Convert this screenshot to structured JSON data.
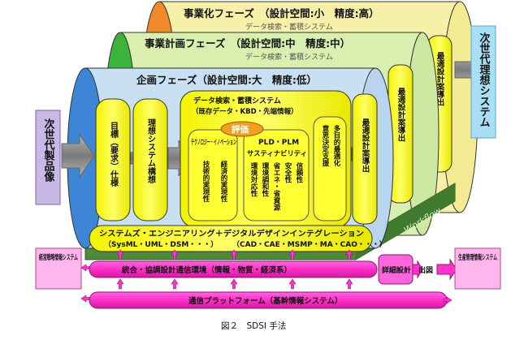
{
  "phases": {
    "commercialization": "事業化フェーズ　（設計空間:小　精度:高）",
    "business_plan": "事業計画フェーズ　（設計空間:中　精度:中）",
    "planning": "企画フェーズ（設計空間:大　精度:低）"
  },
  "faded_labels": {
    "search_back": "データ検索・蓄積システム",
    "search_mid": "データ検索・蓄積システム"
  },
  "planning_columns": {
    "goal_spec": "目標（要求）仕様",
    "ideal_system": "理想システム構想",
    "data_search_title": "データ検索・蓄積システム",
    "data_search_sub": "（既存データ・KBD・先端情報）",
    "evaluation": "評価",
    "techno_innovation": "テクノロジー・イノベーション",
    "tech_feasibility": "技術的実現性",
    "econ_feasibility": "経済的実現性",
    "pld_plm": "PLD・PLM",
    "sustainability": "サスティナビリティ",
    "env_adapt": "環境対応性",
    "env_harmony": "環境調和性",
    "energy_resource": "省エネ・省資源",
    "safety": "安全性",
    "reliability": "信頼性",
    "decision_support": "意思決定支援",
    "multi_objective": "多目的最適化",
    "optimal_design_1": "最適設計案導出"
  },
  "optimal_design_2": "最適設計案導出",
  "optimal_design_3": "最適設計案導出",
  "next_gen_product": "次世代製品像",
  "next_gen_ideal": "次世代理想システム",
  "workflow": "Workflow",
  "systems_bar": {
    "title": "システムズ・エンジニアリング＋デジタルデザインインテグレーション",
    "left_tools": "（SysML・UML・DSM・・・）",
    "right_tools": "（CAD・CAE・MSMP・MA・CAO・・・）"
  },
  "bottom": {
    "mgmt_info": "経営戦略情報システム",
    "integration": "統合・協調設計通信環境（情報・物質・経済系）",
    "comm_platform": "通信プラットフォーム（基幹情報システム）",
    "detail_design": "詳細設計",
    "drawing": "出図",
    "prod_mgmt": "生産管理情報システム"
  },
  "caption": "図２　SDSI 手法",
  "colors": {
    "phase_commercialization": "#f6f0a8",
    "phase_business_plan": "#d8efb0",
    "phase_planning": "#c9dff2",
    "yellow_column": "#ffff00",
    "magenta_bar": "#ff33cc",
    "cyan_output": "#a8dff5",
    "lavender_input": "#c8b8e6",
    "orange_cap": "#f08a2a",
    "green_cap": "#3cb43c",
    "blue_cap": "#3d86d6"
  }
}
